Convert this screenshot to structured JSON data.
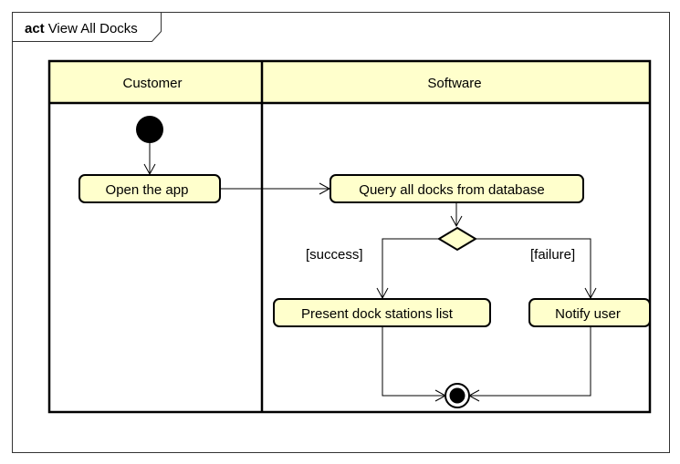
{
  "frame": {
    "keyword": "act",
    "title": "View All Docks"
  },
  "lanes": [
    {
      "name": "Customer"
    },
    {
      "name": "Software"
    }
  ],
  "nodes": {
    "open_app": "Open the app",
    "query_docks": "Query all docks from database",
    "present_list": "Present dock stations list",
    "notify_user": "Notify user"
  },
  "guards": {
    "success": "[success]",
    "failure": "[failure]"
  },
  "colors": {
    "fill": "#ffffcc",
    "stroke": "#000000",
    "background": "#ffffff"
  }
}
